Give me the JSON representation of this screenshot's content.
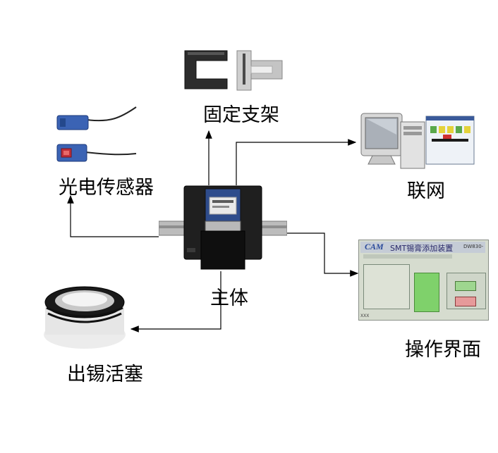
{
  "labels": {
    "bracket": "固定支架",
    "sensor": "光电传感器",
    "network": "联网",
    "main": "主体",
    "interface": "操作界面",
    "piston": "出锡活塞"
  },
  "screen": {
    "logo": "CAM",
    "title": "SMT锡膏添加装置",
    "model": "DW830-",
    "bottom_label": "XXX"
  },
  "colors": {
    "arrow": "#000000",
    "screen_bg": "#d6dccf",
    "screen_green": "#7fd16b"
  }
}
